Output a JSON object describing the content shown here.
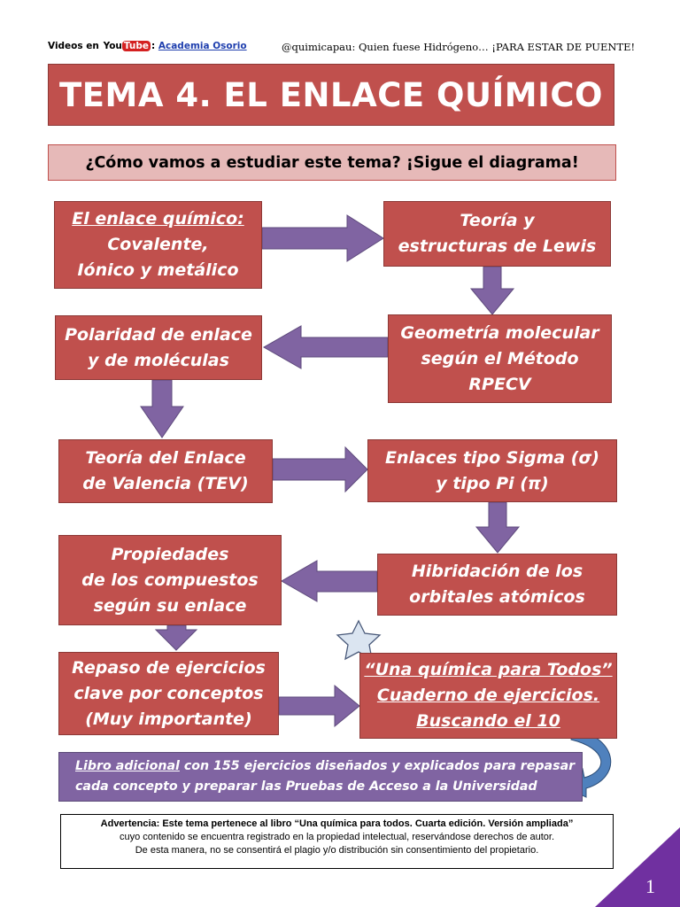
{
  "header": {
    "videos_prefix": "Videos en",
    "yt_you": "You",
    "yt_tube": "Tube",
    "colon": ":",
    "channel_link": "Academia Osorio",
    "tagline": "@quimicapau: Quien fuese Hidrógeno… ¡PARA ESTAR DE PUENTE!"
  },
  "title": "TEMA 4. EL ENLACE QUÍMICO",
  "subtitle": "¿Cómo vamos a estudiar este tema? ¡Sigue el diagrama!",
  "diagram": {
    "step1": {
      "line1": "El enlace químico:",
      "line2": "Covalente,",
      "line3": "Iónico y metálico"
    },
    "step2": {
      "line1": "Teoría y",
      "line2": "estructuras de Lewis"
    },
    "step3": {
      "line1": "Geometría molecular",
      "line2": "según el Método",
      "line3": "RPECV"
    },
    "step4": {
      "line1": "Polaridad de enlace",
      "line2": "y de moléculas"
    },
    "step5": {
      "line1": "Teoría del Enlace",
      "line2": "de Valencia (TEV)"
    },
    "step6": {
      "line1": "Enlaces tipo Sigma (σ)",
      "line2": "y tipo Pi (π)"
    },
    "step7": {
      "line1": "Hibridación de los",
      "line2": "orbitales atómicos"
    },
    "step8": {
      "line1": "Propiedades",
      "line2": "de los compuestos",
      "line3": "según su enlace"
    },
    "step9": {
      "line1": "Repaso de ejercicios",
      "line2": "clave por conceptos",
      "line3": "(Muy importante)"
    },
    "step10": {
      "line1": "“Una química para Todos”",
      "line2": "Cuaderno de ejercicios.",
      "line3": "Buscando el 10"
    }
  },
  "extra_book": {
    "link": "Libro adicional",
    "text1": " con 155 ejercicios diseñados y explicados para repasar",
    "text2": "cada concepto y preparar las Pruebas de Acceso a la Universidad"
  },
  "warning": {
    "line1": "Advertencia: Este tema pertenece al libro “Una química para todos. Cuarta edición. Versión ampliada”",
    "line2": "cuyo contenido se encuentra registrado en la propiedad intelectual, reservándose derechos de autor.",
    "line3": "De esta manera, no se consentirá el plagio y/o distribución sin consentimiento del propietario."
  },
  "page_number": "1",
  "colors": {
    "box_red": "#c0504d",
    "subtitle_pink": "#e6b9b8",
    "arrow_purple": "#8064a2",
    "curved_arrow_blue": "#4f81bd",
    "corner_purple": "#7030a0"
  },
  "icons": [
    "star-icon",
    "curved-arrow-icon",
    "youtube-logo"
  ]
}
